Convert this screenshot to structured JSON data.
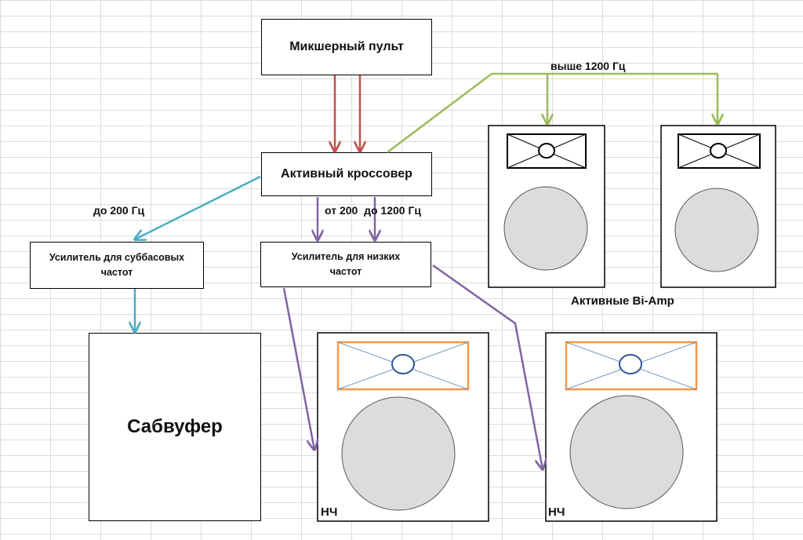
{
  "boxes": {
    "mixer": "Микшерный пульт",
    "crossover": "Активный кроссовер",
    "sub_amp_line1": "Усилитель для суббасовых",
    "sub_amp_line2": "частот",
    "low_amp_line1": "Усилитель для низких",
    "low_amp_line2": "частот",
    "subwoofer": "Сабвуфер"
  },
  "labels": {
    "high_band": "выше 1200 Гц",
    "sub_band": "до 200 Гц",
    "mid_band": "от 200  до 1200 Гц",
    "bi_amp": "Активные Bi-Amp",
    "nch_left": "НЧ",
    "nch_right": "НЧ"
  },
  "colors": {
    "mixer_to_crossover": "#c0504d",
    "high_band": "#9bbb59",
    "sub_band": "#4bacc6",
    "low_band": "#8064a2",
    "tweeter_panel_lf": "#f79646",
    "woofer_fill": "#dcdcdc"
  }
}
